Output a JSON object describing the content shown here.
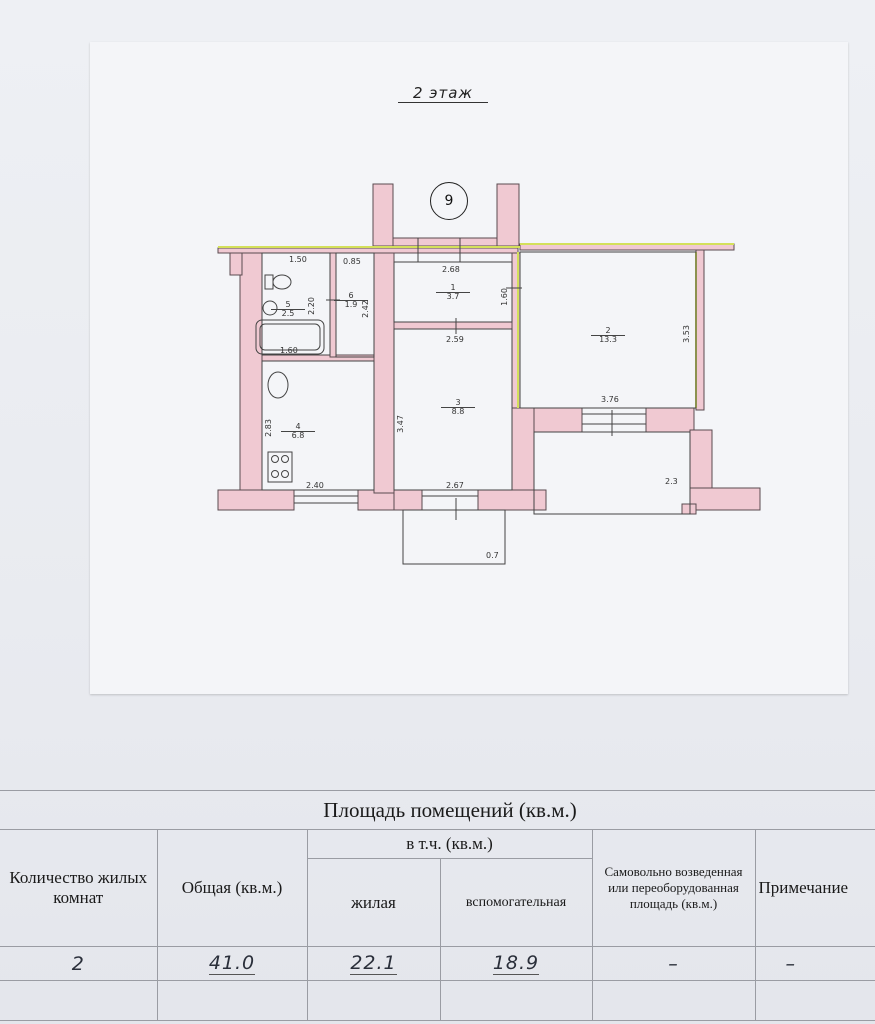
{
  "plan": {
    "floor_title": "2 этаж",
    "apartment_number": "9",
    "rooms": [
      {
        "id": "room-1",
        "number": "1",
        "area": "3.7"
      },
      {
        "id": "room-2",
        "number": "2",
        "area": "13.3"
      },
      {
        "id": "room-3",
        "number": "3",
        "area": "8.8"
      },
      {
        "id": "room-4",
        "number": "4",
        "area": "6.8"
      },
      {
        "id": "room-5",
        "number": "5",
        "area": "2.5"
      },
      {
        "id": "room-6",
        "number": "6",
        "area": "1.9"
      }
    ],
    "dimensions": {
      "d_150": "1.50",
      "d_085": "0.85",
      "d_268": "2.68",
      "d_220": "2.20",
      "d_242": "2.42",
      "d_160a": "1.60",
      "d_160b": "1.60",
      "d_259": "2.59",
      "d_353": "3.53",
      "d_347": "3.47",
      "d_376": "3.76",
      "d_283": "2.83",
      "d_240": "2.40",
      "d_267": "2.67",
      "d_23": "2.3",
      "d_07": "0.7"
    }
  },
  "table": {
    "title": "Площадь помещений (кв.м.)",
    "subtitle": "в т.ч. (кв.м.)",
    "columns": {
      "rooms_count": "Количество жилых комнат",
      "total": "Общая (кв.м.)",
      "living": "жилая",
      "auxiliary": "вспомогательная",
      "unauthorized": "Самовольно возведенная или переоборудованная площадь (кв.м.)",
      "note": "Примечание"
    },
    "values": {
      "rooms_count": "2",
      "total": "41.0",
      "living": "22.1",
      "auxiliary": "18.9",
      "unauthorized": "–",
      "note": "–"
    }
  },
  "colors": {
    "wall_fill": "#f0c9d2",
    "wall_stroke": "#5a4a50",
    "highlight": "#d4e05a"
  }
}
